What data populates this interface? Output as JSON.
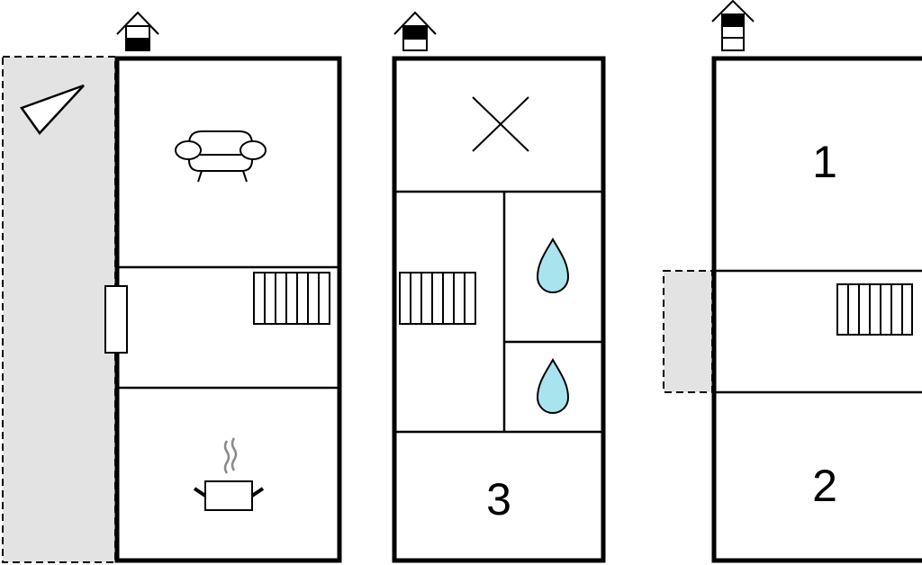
{
  "floors": [
    {
      "name": "ground-floor",
      "level_icon": "house-level-ground-icon",
      "rooms": [
        "living-room",
        "hallway",
        "kitchen"
      ],
      "icons": [
        "sofa-icon",
        "radiator-icon",
        "cooking-pot-icon",
        "compass-icon",
        "door-icon"
      ]
    },
    {
      "name": "first-floor",
      "level_icon": "house-level-first-icon",
      "rooms": [
        "void",
        "hallway",
        "bathroom",
        "bathroom",
        "bedroom"
      ],
      "labels": {
        "bedroom": "3"
      },
      "icons": [
        "cross-icon",
        "radiator-icon",
        "water-drop-icon",
        "water-drop-icon"
      ]
    },
    {
      "name": "second-floor",
      "level_icon": "house-level-second-icon",
      "rooms": [
        "bedroom",
        "hallway",
        "bedroom"
      ],
      "labels": {
        "bedroom_top": "1",
        "bedroom_bottom": "2"
      },
      "icons": [
        "radiator-icon"
      ]
    }
  ],
  "colors": {
    "wall": "#000000",
    "outdoor": "#e3e3e3",
    "water": "#a8e4ee",
    "steam": "#8a8a8a"
  }
}
